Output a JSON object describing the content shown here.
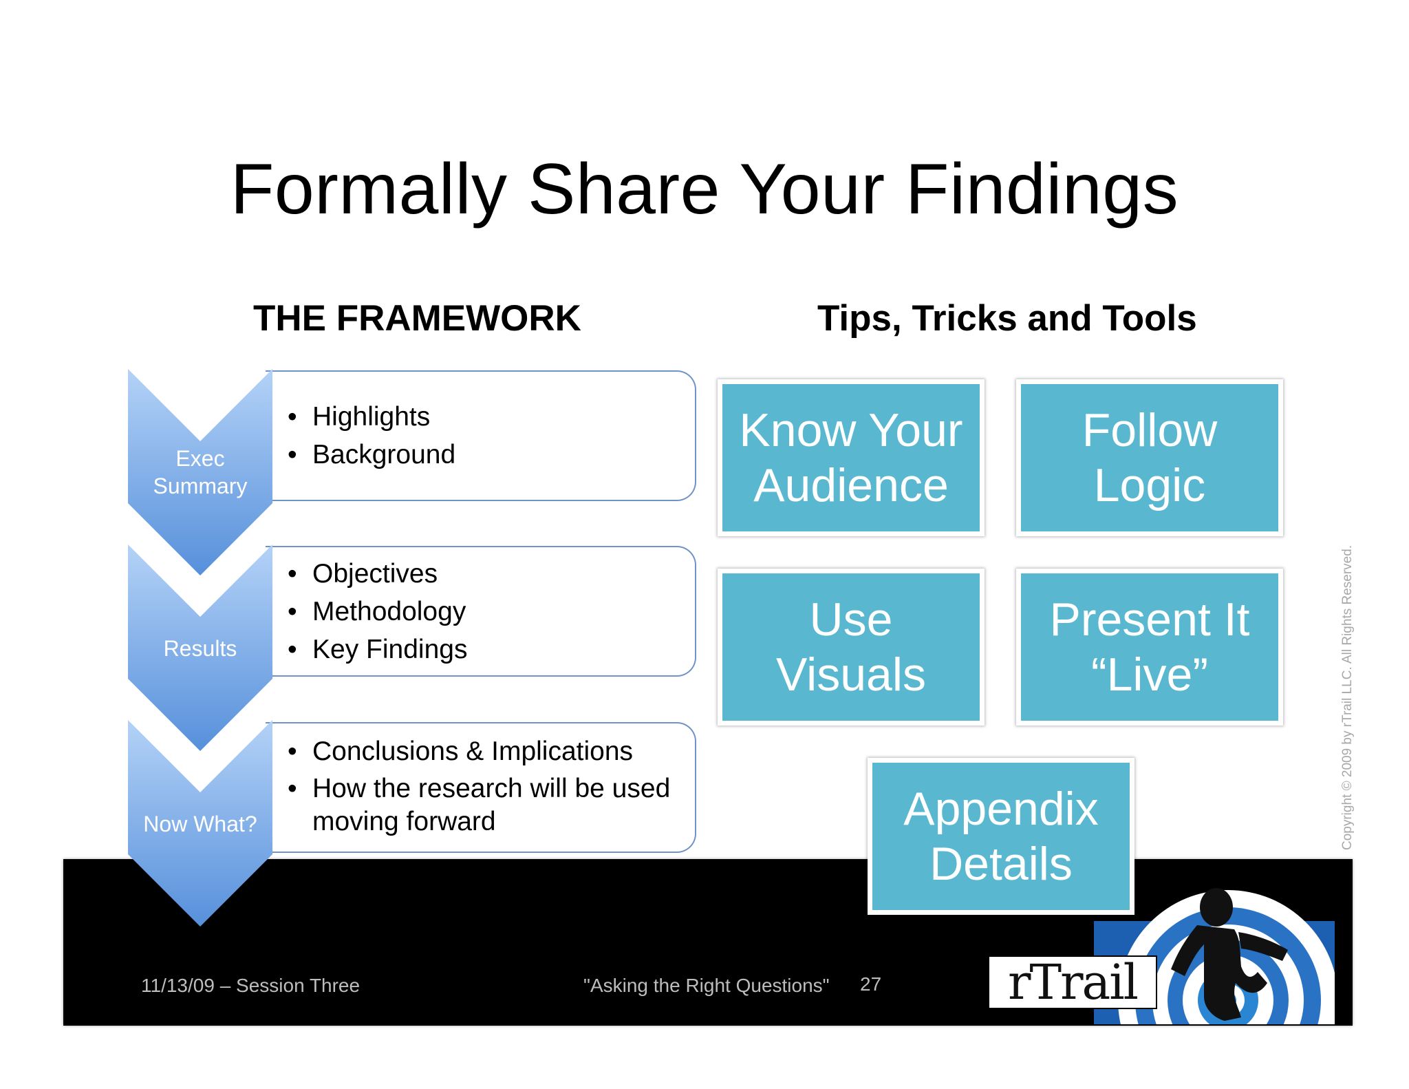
{
  "slide": {
    "title": "Formally Share Your Findings",
    "framework_heading": "THE FRAMEWORK",
    "tips_heading": "Tips, Tricks and Tools"
  },
  "framework": [
    {
      "label": [
        "Exec",
        "Summary"
      ],
      "bullets": [
        "Highlights",
        "Background"
      ]
    },
    {
      "label": [
        "Results"
      ],
      "bullets": [
        "Objectives",
        "Methodology",
        "Key Findings"
      ]
    },
    {
      "label": [
        "Now What?"
      ],
      "bullets": [
        "Conclusions & Implications",
        "How the research will be used",
        "moving forward"
      ]
    }
  ],
  "tips": [
    {
      "line1": "Know Your",
      "line2": "Audience"
    },
    {
      "line1": "Follow",
      "line2": "Logic"
    },
    {
      "line1": "Use",
      "line2": "Visuals"
    },
    {
      "line1": "Present It",
      "line2": "“Live”"
    },
    {
      "line1": "Appendix",
      "line2": "Details"
    }
  ],
  "footer": {
    "date_session": "11/13/09 – Session Three",
    "session_title": "\"Asking the Right Questions\"",
    "page_number": "27",
    "copyright": "Copyright © 2009 by rTrail LLC. All Rights Reserved.",
    "logo_text": "rTrail"
  },
  "colors": {
    "tile": "#59b8d0",
    "chevron_top": "#a8c8f5",
    "chevron_bottom": "#5b93d9",
    "box_border": "#6f92c8",
    "footer_bg": "#000000"
  }
}
